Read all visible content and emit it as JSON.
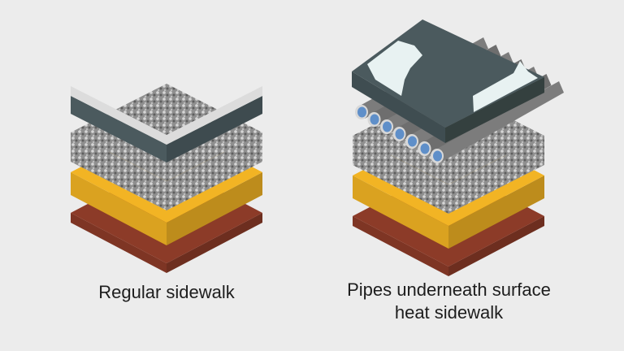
{
  "left": {
    "caption": "Regular sidewalk"
  },
  "right": {
    "caption_line1": "Pipes underneath surface",
    "caption_line2": "heat sidewalk"
  },
  "colors": {
    "background": "#ececec",
    "brick": "#8c3b28",
    "sand": "#f2b424",
    "gravel": "#9a9a9a",
    "concrete": "#4b5a5e",
    "snow": "#e8f2f2",
    "pipe": "#7a7a7a",
    "pipe_inner": "#5f8fc9"
  }
}
